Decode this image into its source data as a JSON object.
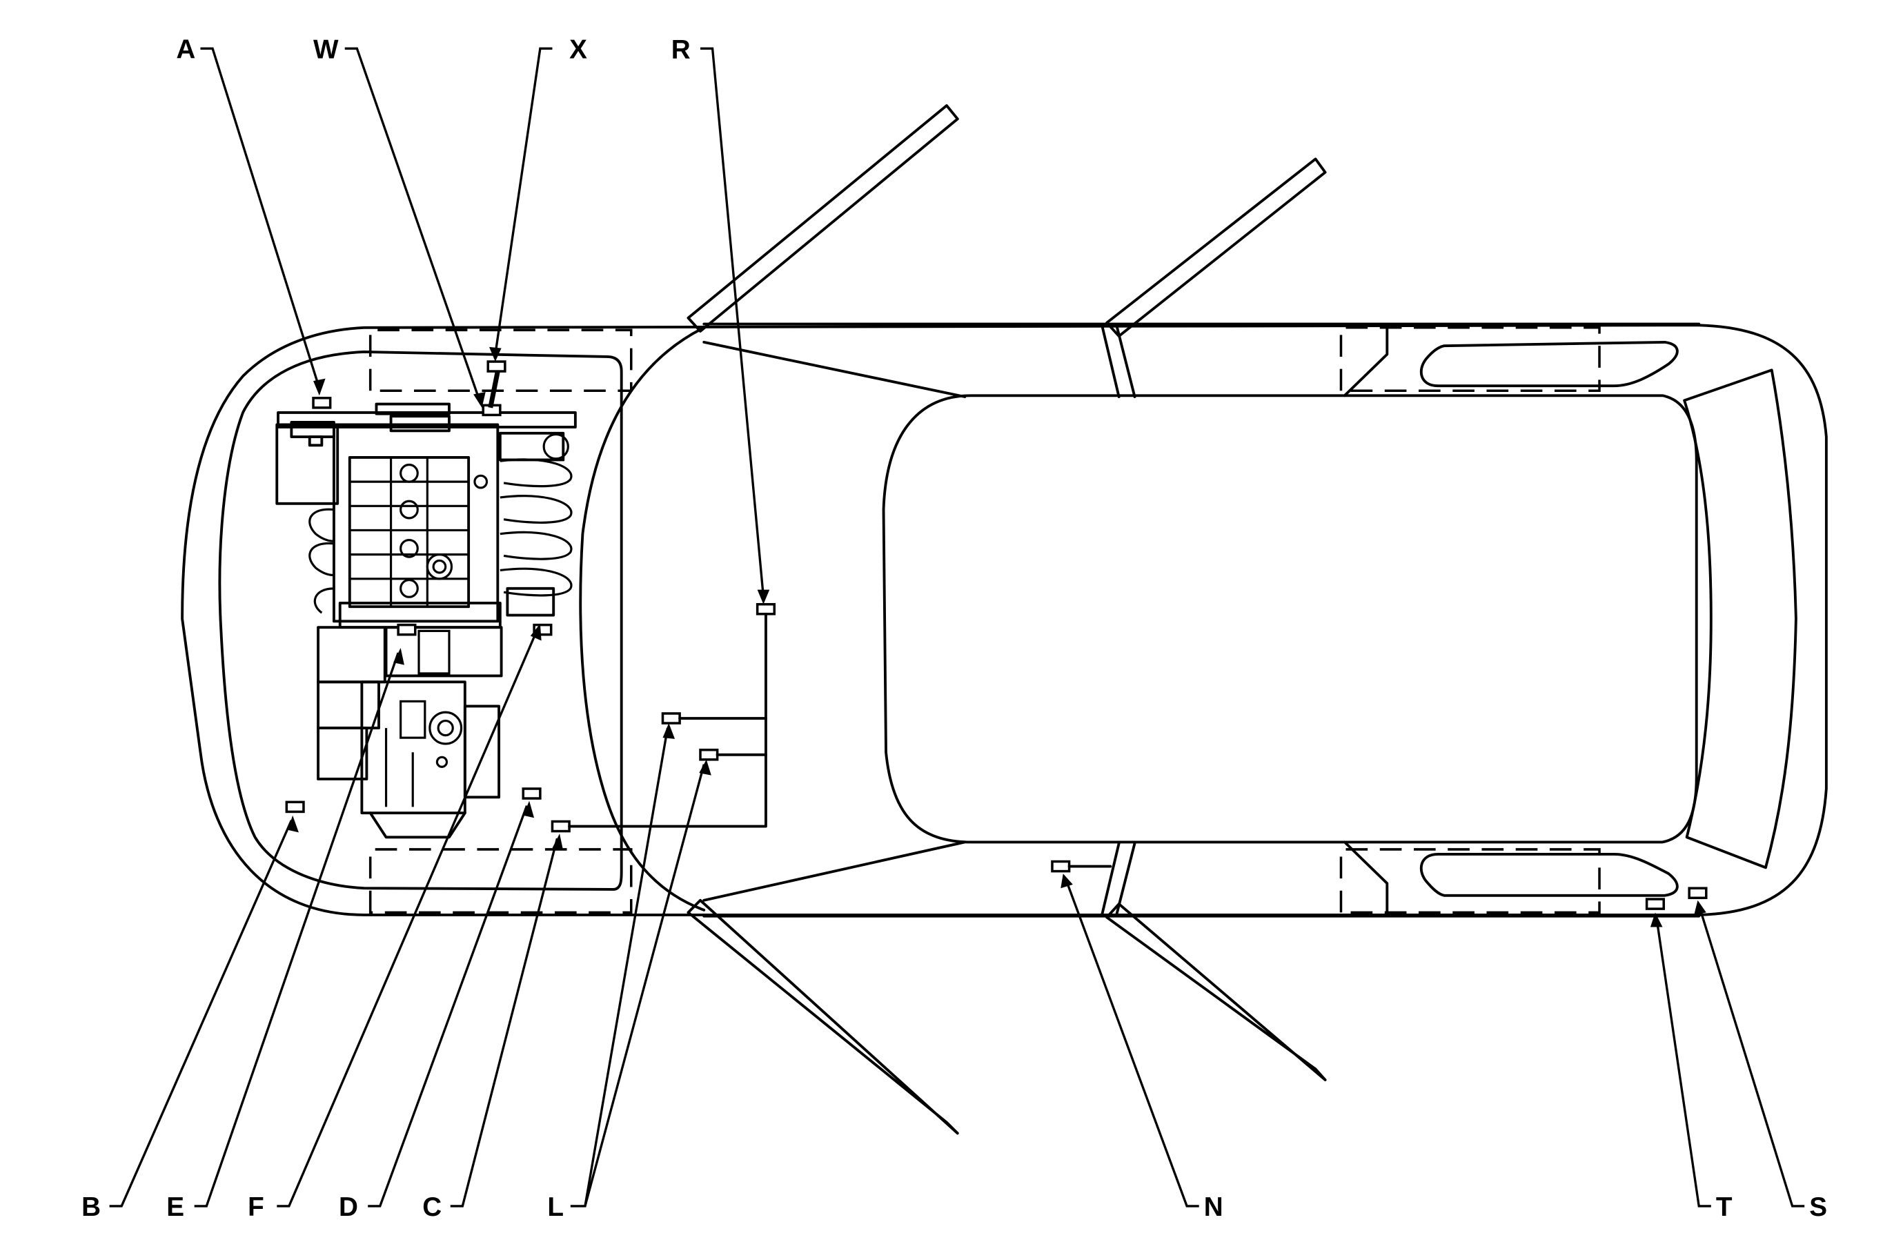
{
  "labels": {
    "A": "A",
    "W": "W",
    "X": "X",
    "R": "R",
    "B": "B",
    "E": "E",
    "F": "F",
    "D": "D",
    "C": "C",
    "L": "L",
    "N": "N",
    "T": "T",
    "S": "S"
  }
}
